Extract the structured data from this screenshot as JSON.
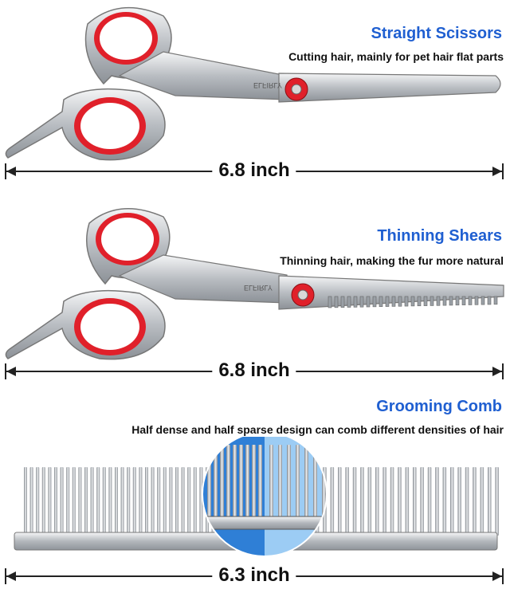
{
  "products": [
    {
      "title": "Straight Scissors",
      "description": "Cutting hair, mainly for pet hair flat parts",
      "length": "6.8 inch",
      "brand_mark": "ELFIRLY"
    },
    {
      "title": "Thinning Shears",
      "description": "Thinning hair, making the fur more natural",
      "length": "6.8 inch",
      "brand_mark": "ELFIRLY"
    },
    {
      "title": "Grooming Comb",
      "description": "Half dense and half sparse design can comb different densities of hair",
      "length": "6.3 inch"
    }
  ],
  "colors": {
    "title": "#1f5fd1",
    "ring": "#e0202a",
    "steel": "#c9ccd0",
    "zoom_dark": "#2f7fd6",
    "zoom_light": "#9cccf4"
  }
}
